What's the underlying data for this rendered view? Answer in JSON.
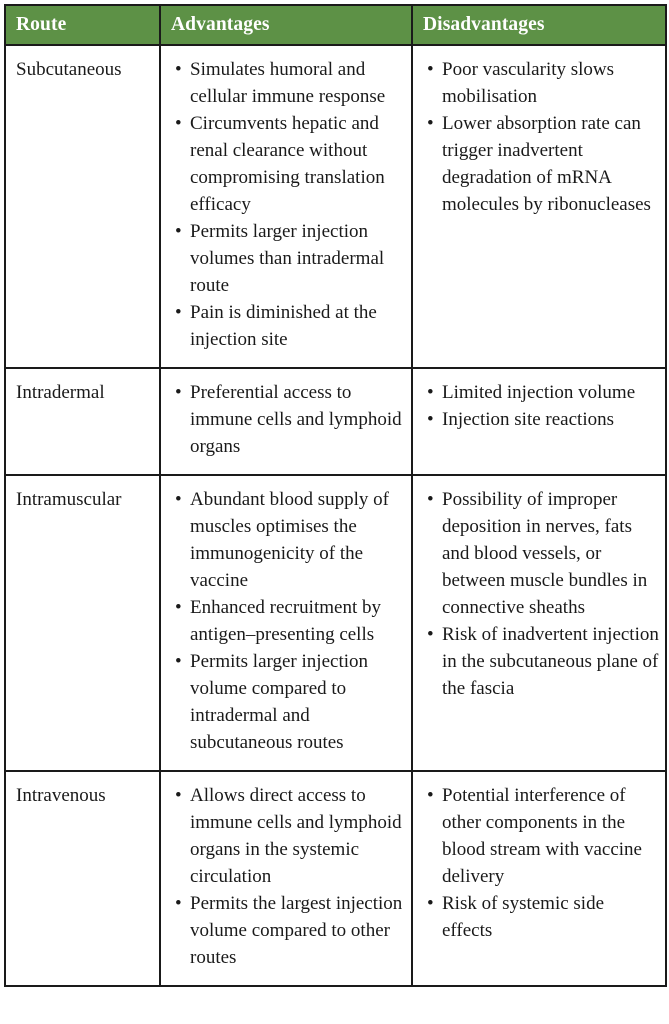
{
  "table": {
    "headers": [
      {
        "label": "Route",
        "name": "header-route"
      },
      {
        "label": "Advantages",
        "name": "header-advantages"
      },
      {
        "label": "Disadvantages",
        "name": "header-disadvantages"
      }
    ],
    "header_bg_color": "#5d9146",
    "header_text_color": "#ffffff",
    "border_color": "#1a1a1a",
    "body_text_color": "#1a1a1a",
    "rows": [
      {
        "route": "Subcutaneous",
        "advantages": [
          "Simulates humoral and cellular immune response",
          "Circumvents hepatic and renal clearance without compromising translation efficacy",
          "Permits larger injection volumes than intradermal route",
          "Pain is diminished at the injection site"
        ],
        "disadvantages": [
          "Poor vascularity slows mobilisation",
          "Lower absorption rate can trigger inadvertent degradation of mRNA molecules by ribonucleases"
        ]
      },
      {
        "route": "Intradermal",
        "advantages": [
          "Preferential access to immune cells and lymphoid organs"
        ],
        "disadvantages": [
          "Limited injection volume",
          "Injection site reactions"
        ]
      },
      {
        "route": "Intramuscular",
        "advantages": [
          "Abundant blood supply of muscles optimises the immunogenicity of the vaccine",
          "Enhanced recruitment by antigen–presenting cells",
          "Permits larger injection volume compared to intradermal and subcutaneous routes"
        ],
        "disadvantages": [
          "Possibility of improper deposition in nerves, fats and blood vessels, or between muscle bundles in connective sheaths",
          "Risk of inadvertent injection in the subcutaneous plane of the fascia"
        ]
      },
      {
        "route": "Intravenous",
        "advantages": [
          "Allows direct access to immune cells and lymphoid organs in the systemic circulation",
          "Permits the largest injection volume compared to other routes"
        ],
        "disadvantages": [
          "Potential interference of other components in the blood stream with vaccine delivery",
          "Risk of systemic side effects"
        ]
      }
    ]
  }
}
